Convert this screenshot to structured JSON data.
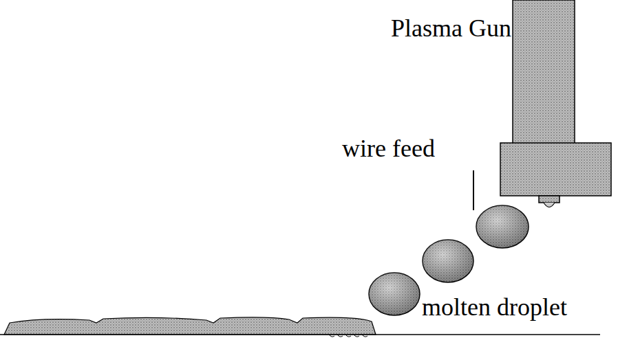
{
  "diagram": {
    "labels": [
      "Plasma Gun",
      "wire feed",
      "molten droplet"
    ]
  }
}
